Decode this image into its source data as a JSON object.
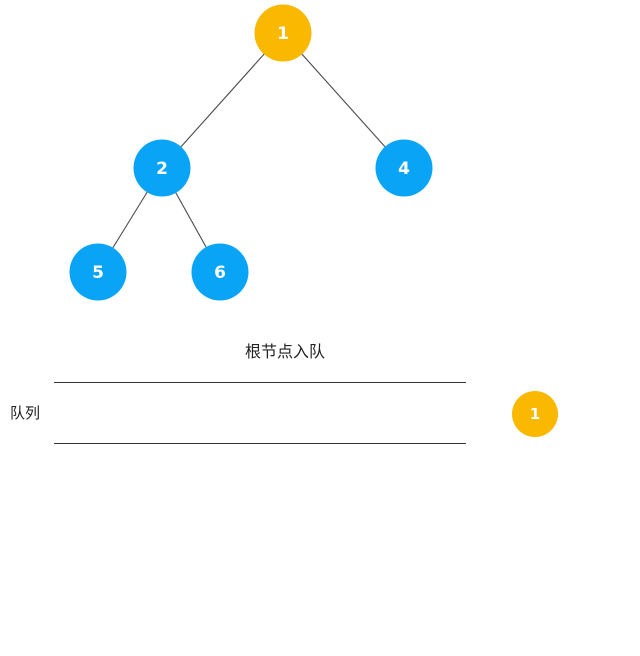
{
  "tree": {
    "nodes": [
      {
        "id": "n1",
        "label": "1",
        "state": "highlighted"
      },
      {
        "id": "n2",
        "label": "2",
        "state": "normal"
      },
      {
        "id": "n4",
        "label": "4",
        "state": "normal"
      },
      {
        "id": "n5",
        "label": "5",
        "state": "normal"
      },
      {
        "id": "n6",
        "label": "6",
        "state": "normal"
      }
    ],
    "edges": [
      [
        "n1",
        "n2"
      ],
      [
        "n1",
        "n4"
      ],
      [
        "n2",
        "n5"
      ],
      [
        "n2",
        "n6"
      ]
    ]
  },
  "caption": "根节点入队",
  "queue": {
    "label": "队列",
    "incoming": {
      "label": "1",
      "state": "highlighted"
    }
  },
  "colors": {
    "highlighted": "#FBB800",
    "normal": "#0AA4F6",
    "edge": "#4a4a4a",
    "background": "#ffffff"
  }
}
